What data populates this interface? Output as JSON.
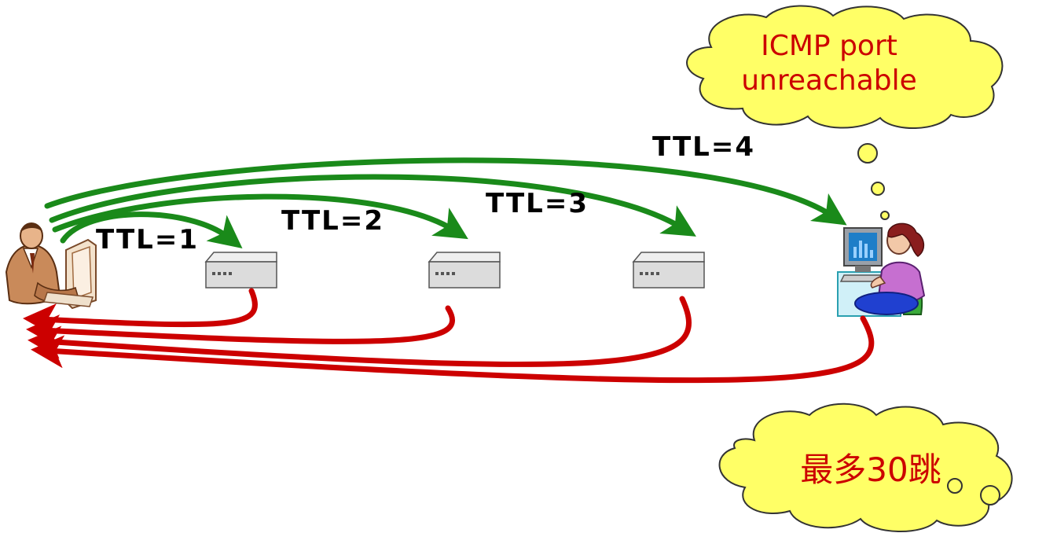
{
  "colors": {
    "request_arrow": "#1a8a1a",
    "reply_arrow": "#cc0000",
    "cloud_fill": "#ffff66",
    "cloud_text": "#cc0000",
    "router_fill": "#dcdcdc"
  },
  "labels": {
    "ttl1": "TTL=1",
    "ttl2": "TTL=2",
    "ttl3": "TTL=3",
    "ttl4": "TTL=4"
  },
  "callouts": {
    "icmp_line1": "ICMP port",
    "icmp_line2": "unreachable",
    "max_hops": "最多30跳"
  },
  "icons": {
    "source": "businessman-computer-icon",
    "router": "router-icon",
    "destination": "woman-computer-icon"
  }
}
